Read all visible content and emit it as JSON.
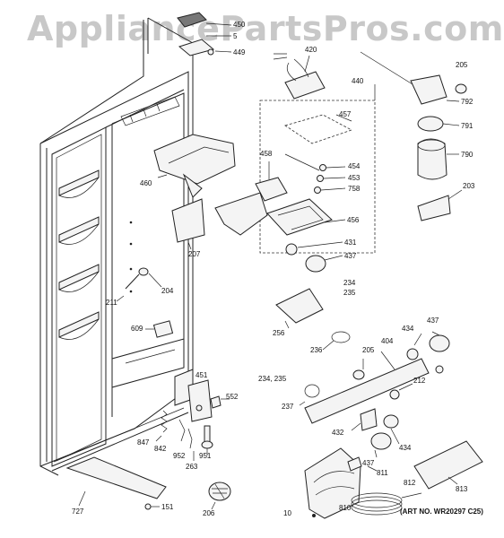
{
  "watermark": "AppliancePartsPros.com",
  "art_number": "(ART NO. WR20297 C25)",
  "labels": {
    "l450": "450",
    "l5": "5",
    "l449": "449",
    "l420": "420",
    "l440": "440",
    "l457": "457",
    "l205a": "205",
    "l792": "792",
    "l791": "791",
    "l790": "790",
    "l203": "203",
    "l458": "458",
    "l454": "454",
    "l453": "453",
    "l758": "758",
    "l460": "460",
    "l456": "456",
    "l431": "431",
    "l437a": "437",
    "l207": "207",
    "l204": "204",
    "l211": "211",
    "l234a": "234",
    "l235a": "235",
    "l256": "256",
    "l236": "236",
    "l437b": "437",
    "l434a": "434",
    "l404": "404",
    "l205b": "205",
    "l609": "609",
    "l451": "451",
    "l552": "552",
    "l234_235": "234, 235",
    "l212": "212",
    "l237": "237",
    "l847": "847",
    "l842": "842",
    "l952": "952",
    "l951": "951",
    "l263": "263",
    "l432": "432",
    "l434b": "434",
    "l437c": "437",
    "l811": "811",
    "l812": "812",
    "l813": "813",
    "l727": "727",
    "l151": "151",
    "l206": "206",
    "l10": "10",
    "l810": "810"
  }
}
